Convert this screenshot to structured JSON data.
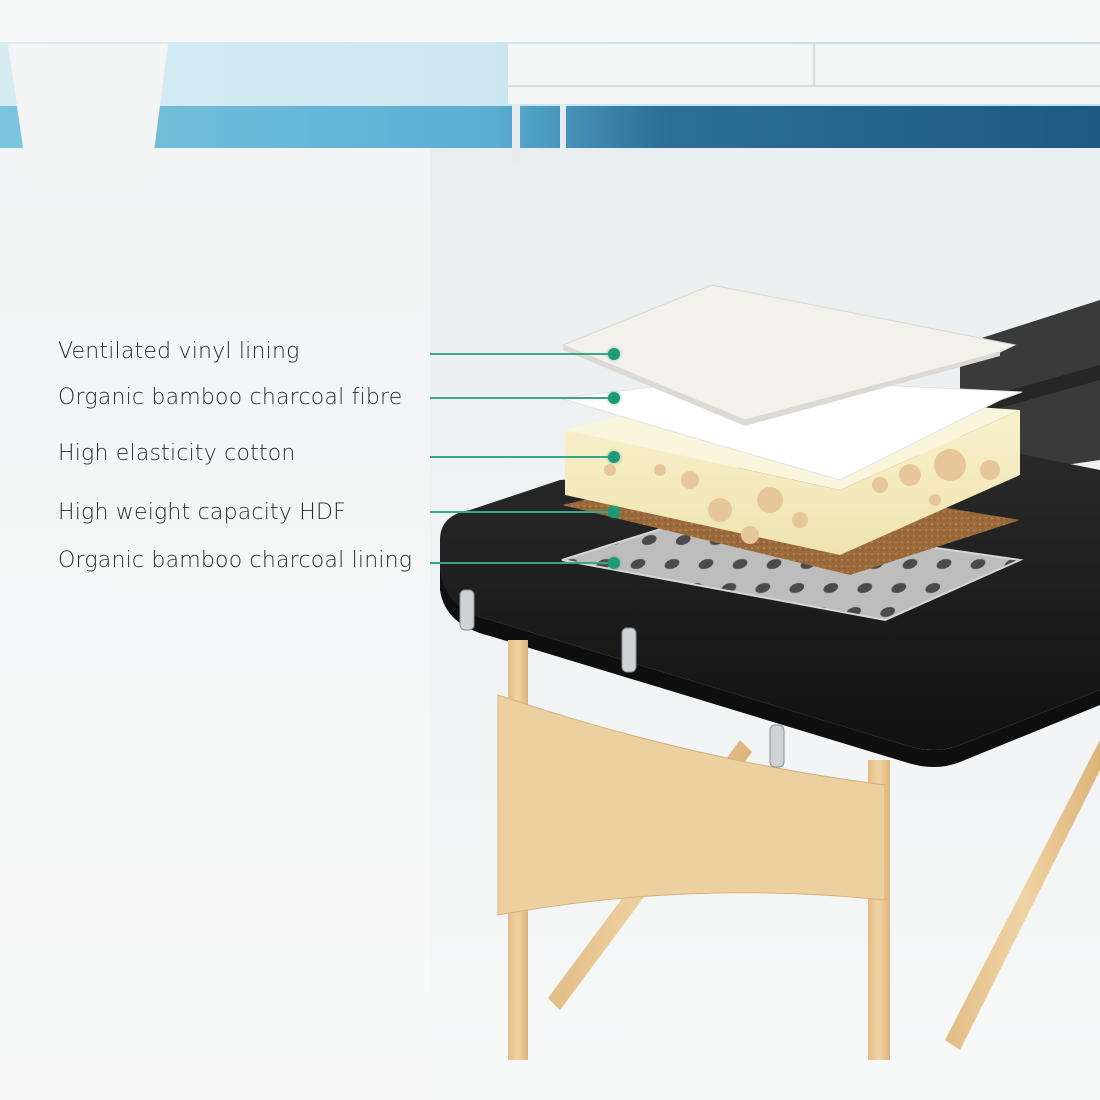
{
  "image": {
    "subject": "portable massage table with exploded view of padding layers",
    "colors": {
      "accent_line": "#3aa58a",
      "accent_dot": "#1f9a78",
      "table_vinyl": "#1c1c1c",
      "wood": "#e8c58f",
      "wall_blue": "#2f7fa6",
      "floor": "#eef1f2"
    }
  },
  "layers": [
    {
      "label": "Ventilated vinyl lining"
    },
    {
      "label": "Organic bamboo charcoal fibre"
    },
    {
      "label": "High elasticity cotton"
    },
    {
      "label": "High weight capacity HDF"
    },
    {
      "label": "Organic bamboo charcoal lining"
    }
  ]
}
